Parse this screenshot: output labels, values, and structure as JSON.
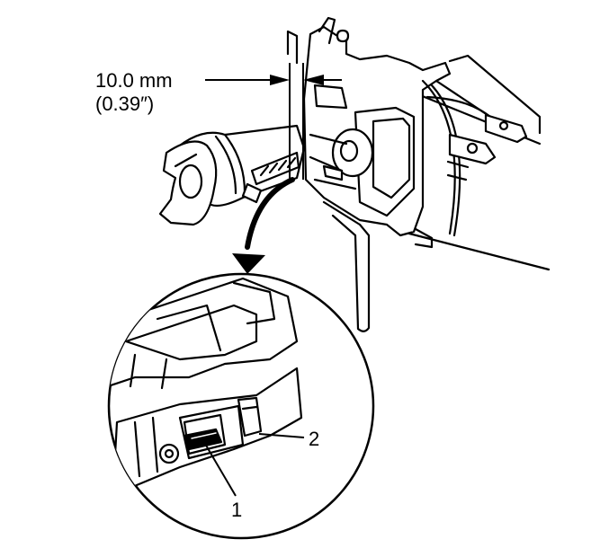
{
  "colors": {
    "line": "#000000",
    "background": "#ffffff"
  },
  "dimension": {
    "metric": "10.0 mm",
    "imperial": "(0.39″)"
  },
  "callouts": [
    {
      "label": "1"
    },
    {
      "label": "2"
    }
  ]
}
